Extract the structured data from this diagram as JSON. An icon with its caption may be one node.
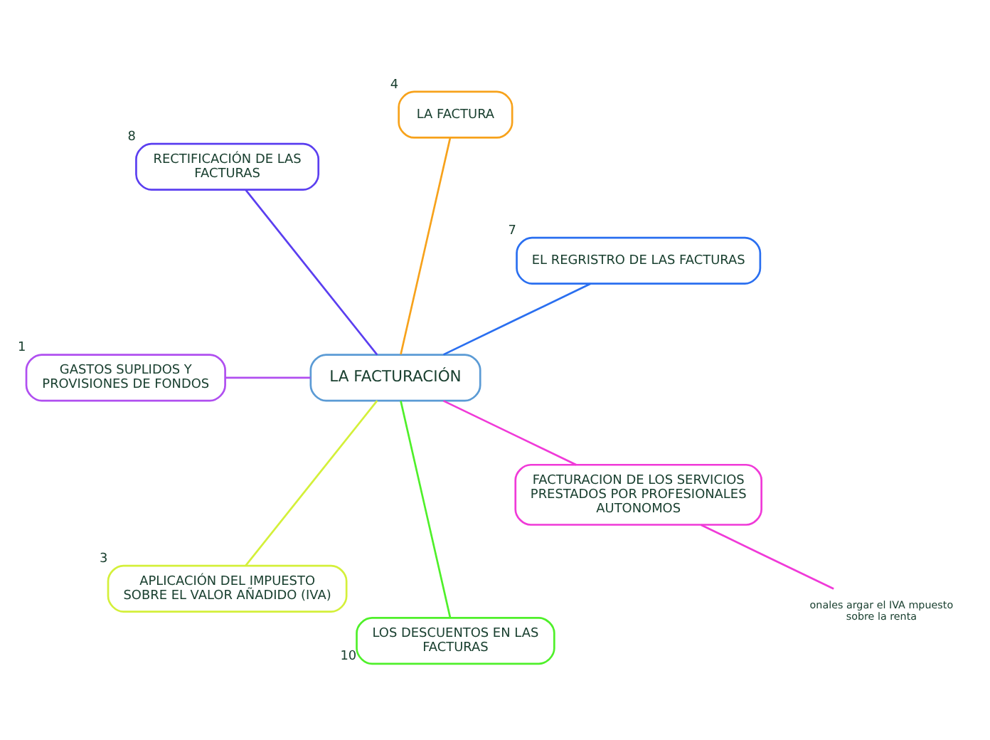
{
  "diagram": {
    "nodes": [
      {
        "text": [
          "LA FACTURACIÓN"
        ]
      },
      {
        "text": [
          "EL REGRISTRO DE LAS FACTURAS"
        ],
        "beside": [
          "7"
        ]
      },
      {
        "text": [
          "LA FACTURA"
        ],
        "beside": [
          "4"
        ]
      },
      {
        "text": [
          "RECTIFICACIÓN DE LAS FACTURAS"
        ],
        "beside": [
          "8"
        ]
      },
      {
        "text": [
          "GASTOS SUPLIDOS Y PROVISIONES DE FONDOS"
        ],
        "beside": [
          "1"
        ]
      },
      {
        "text": [
          "APLICACIÓN DEL IMPUESTO SOBRE EL VALOR AÑADIDO (IVA)"
        ],
        "beside": [
          "3"
        ]
      },
      {
        "text": [
          "LOS DESCUENTOS EN LAS FACTURAS"
        ],
        "beside": [
          "10"
        ]
      },
      {
        "text": [
          "FACTURACION DE LOS SERVICIOS PRESTADOS POR PROFESIONALES AUTONOMOS"
        ]
      },
      {
        "text": [
          "onales argar el IVA mpuesto sobre la renta"
        ]
      }
    ],
    "edges": [
      {
        "from": 0,
        "to": 1,
        "arrow": "none",
        "color": "#2a6ff0"
      },
      {
        "from": 0,
        "to": 2,
        "arrow": "none",
        "color": "#f7a21b"
      },
      {
        "from": 0,
        "to": 3,
        "arrow": "none",
        "color": "#5b3ff0"
      },
      {
        "from": 0,
        "to": 4,
        "arrow": "none",
        "color": "#b04ff0"
      },
      {
        "from": 0,
        "to": 5,
        "arrow": "none",
        "color": "#d4f03a"
      },
      {
        "from": 0,
        "to": 6,
        "arrow": "none",
        "color": "#4ff02a"
      },
      {
        "from": 0,
        "to": 7,
        "arrow": "none",
        "color": "#f03ad8"
      },
      {
        "from": 7,
        "to": 8,
        "arrow": "none",
        "color": "#f03ad8"
      }
    ]
  }
}
